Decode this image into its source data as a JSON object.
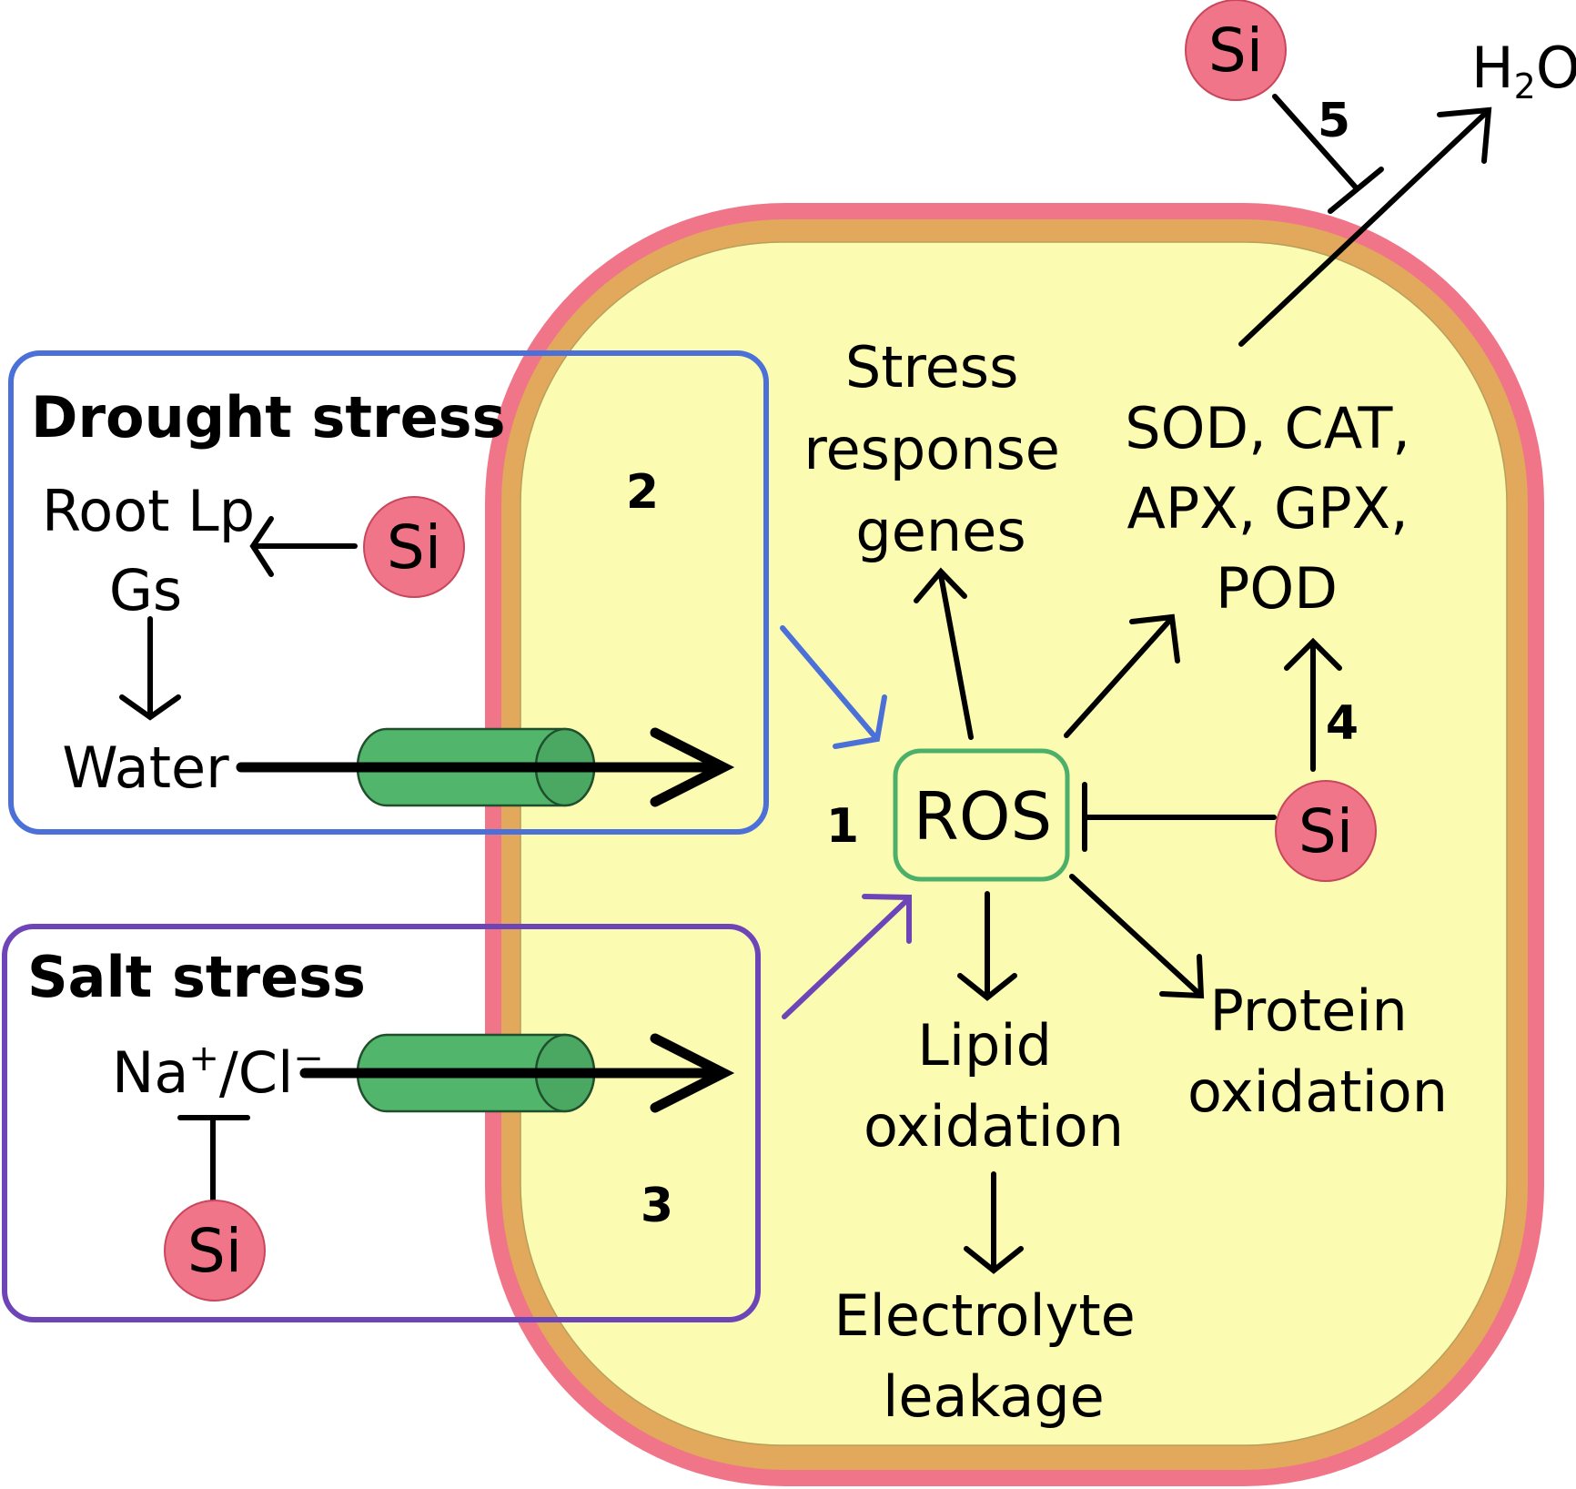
{
  "colors": {
    "cell_wall": "#f07588",
    "membrane": "#e2a85c",
    "cytoplasm": "#fbfbb2",
    "si_fill": "#f07588",
    "channel": "#52b56c",
    "drought_box": "#4b70d8",
    "salt_box": "#6d45b7",
    "ros_box": "#4db06a",
    "arrow": "#000000"
  },
  "drought": {
    "title": "Drought stress",
    "root_lp": "Root Lp",
    "gs": "Gs",
    "water": "Water",
    "number": "2"
  },
  "salt": {
    "title": "Salt stress",
    "na": "Na",
    "na_sup": "+",
    "cl": "/Cl",
    "cl_sup": "−",
    "number": "3"
  },
  "ros": {
    "label": "ROS",
    "number": "1"
  },
  "si_label": "Si",
  "stress_genes": [
    "Stress",
    "response",
    "genes"
  ],
  "enzymes": [
    "SOD, CAT,",
    "APX, GPX,",
    "POD"
  ],
  "enzymes_number": "4",
  "lipid": [
    "Lipid",
    "oxidation"
  ],
  "electrolyte": [
    "Electrolyte",
    "leakage"
  ],
  "protein": [
    "Protein",
    "oxidation"
  ],
  "water_loss": {
    "h": "H",
    "sub": "2",
    "o": "O",
    "number": "5"
  },
  "icons": [
    "cell",
    "channel",
    "si-circle",
    "inhibition-bar",
    "arrow"
  ]
}
